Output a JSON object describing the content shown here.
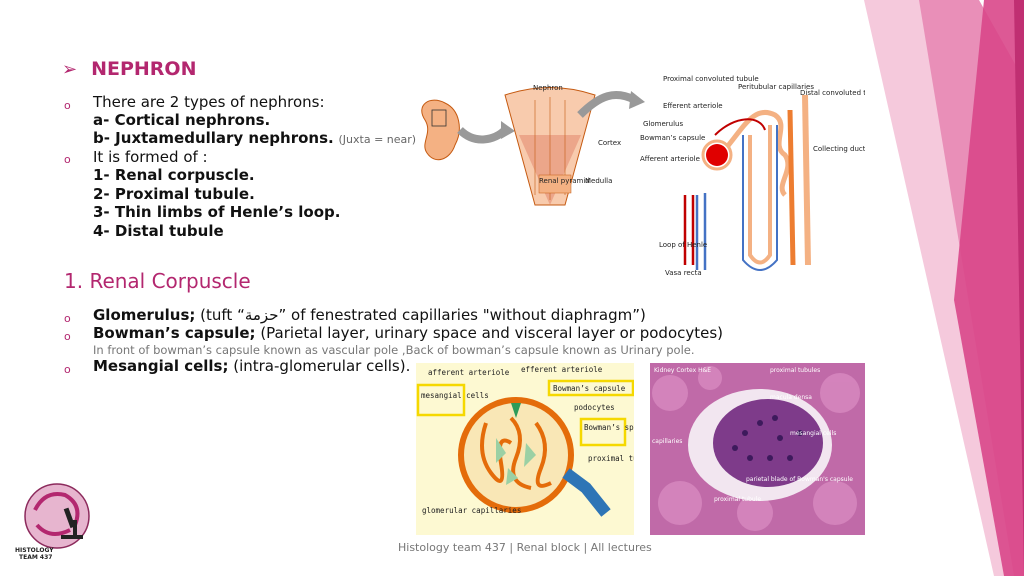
{
  "header": {
    "title": "NEPHRON"
  },
  "intro": {
    "line1": "There are 2 types of nephrons:",
    "line2": "a- Cortical nephrons.",
    "line3": "b- Juxtamedullary nephrons.",
    "line3_note": "(Juxta = near)",
    "line4": "It is formed of :",
    "line5": "1- Renal corpuscle.",
    "line6": "2- Proximal tubule.",
    "line7": "3- Thin limbs of Henle’s loop.",
    "line8": "4- Distal tubule"
  },
  "section": {
    "title": "1. Renal Corpuscle"
  },
  "corpuscle": {
    "glom_bold": "Glomerulus;",
    "glom_text": " (tuft “حزمة” of fenestrated capillaries \"without diaphragm”)",
    "bow_bold": "Bowman’s capsule;",
    "bow_text": " (Parietal layer, urinary space and visceral layer or podocytes)",
    "note": "In front of bowman’s capsule known as vascular pole ,Back of bowman’s capsule known as Urinary pole.",
    "mes_bold": "Mesangial cells;",
    "mes_text": " (intra-glomerular cells)."
  },
  "footer": {
    "text": "Histology team 437 | Renal block | All lectures"
  },
  "logo": {
    "line1": "HISTOLOGY",
    "line2": "TEAM 437"
  },
  "figure_nephron": {
    "labels": [
      "Nephron",
      "Cortex",
      "Renal pyramid",
      "Medulla",
      "Proximal convoluted tubule",
      "Peritubular capillaries",
      "Distal convoluted tubule",
      "Efferent arteriole",
      "Glomerulus",
      "Bowman’s capsule",
      "Afferent arteriole",
      "Collecting duct",
      "Loop of Henle",
      "Vasa recta"
    ]
  },
  "figure_corpuscle": {
    "labels": [
      "afferent arteriole",
      "efferent arteriole",
      "mesangial cells",
      "Bowman’s capsule",
      "podocytes",
      "Bowman’s space",
      "proximal tubule",
      "glomerular capillaries"
    ]
  },
  "figure_histo": {
    "labels": [
      "Kidney Cortex H&E",
      "proximal tubules",
      "macula densa",
      "mesangial cells",
      "capillaries",
      "parietal blade of Bowman's capsule",
      "proximal tubule"
    ]
  }
}
